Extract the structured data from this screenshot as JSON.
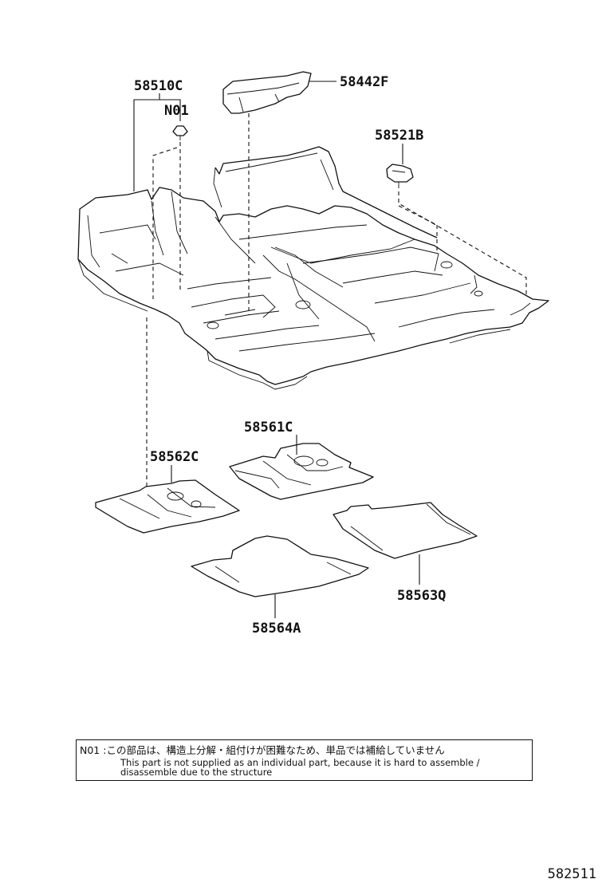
{
  "callouts": {
    "p58510C": "58510C",
    "pN01": "N01",
    "p58442F": "58442F",
    "p58521B": "58521B",
    "p58561C": "58561C",
    "p58562C": "58562C",
    "p58563Q": "58563Q",
    "p58564A": "58564A"
  },
  "note": {
    "japanese": "N01 :この部品は、構造上分解・組付けが困難なため、単品では補給していません",
    "english_line1": "This part is not supplied as an individual part, because it is hard to assemble /",
    "english_line2": "disassemble due to the structure"
  },
  "drawing_id": "582511"
}
